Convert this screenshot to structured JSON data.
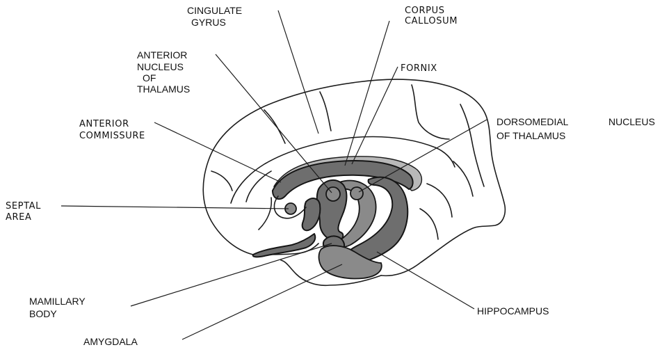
{
  "labels": {
    "cingulate_gyrus": [
      "CINGULATE",
      "GYRUS"
    ],
    "corpus_callosum": [
      "CORPUS",
      "CALLOSUM"
    ],
    "anterior_nucleus": [
      "ANTERIOR",
      "NUCLEUS",
      "OF",
      "THALAMUS"
    ],
    "fornix": "FORNIX",
    "dorsomedial_nucleus": [
      "DORSOMEDIAL",
      "NUCLEUS",
      "OF  THALAMUS"
    ],
    "anterior_commissure": [
      "ANTERIOR",
      "COMMISSURE"
    ],
    "septal_area": [
      "SEPTAL",
      "AREA"
    ],
    "mamillary_body": [
      "MAMILLARY",
      "BODY"
    ],
    "hippocampus": "HIPPOCAMPUS",
    "amygdala": "AMYGDALA"
  }
}
